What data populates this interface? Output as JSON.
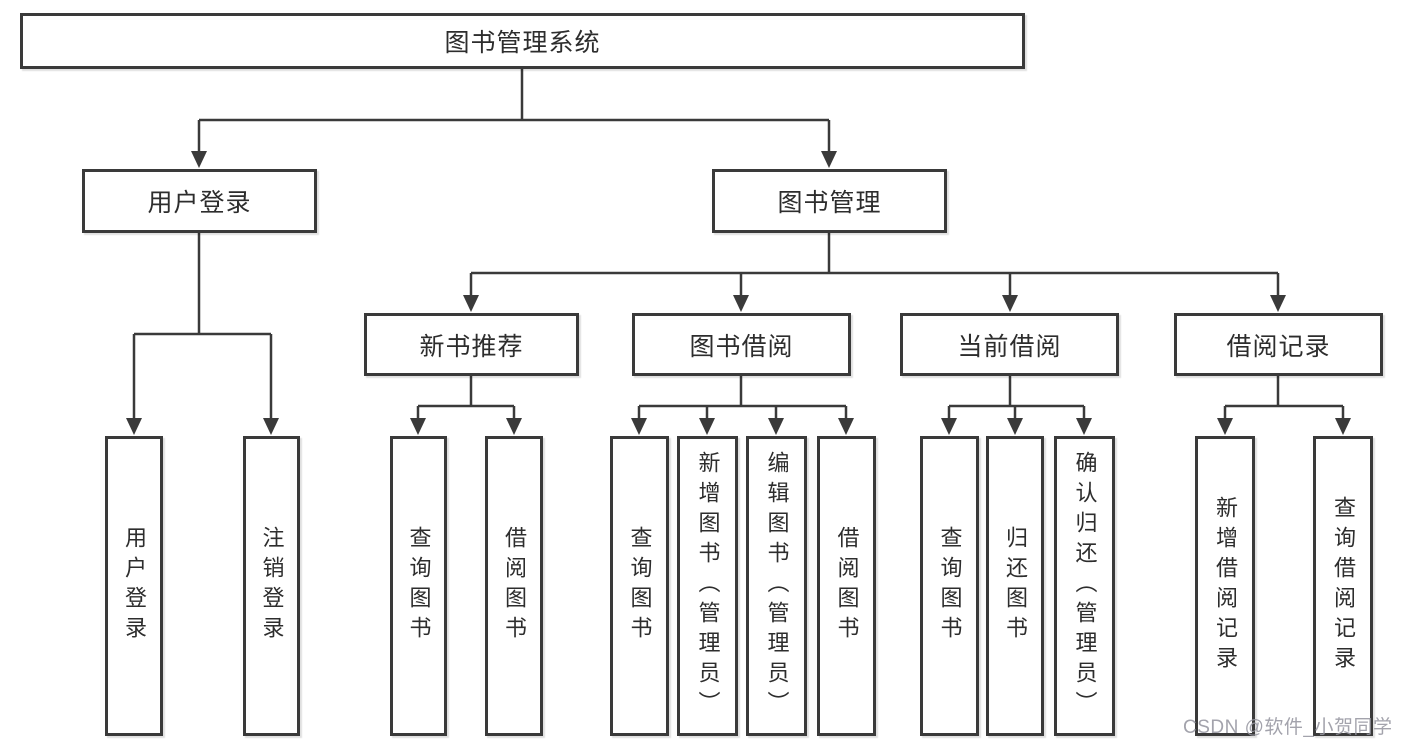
{
  "tree": {
    "root": "图书管理系统",
    "children": [
      {
        "label": "用户登录",
        "children": [
          "用户登录",
          "注销登录"
        ]
      },
      {
        "label": "图书管理",
        "children": [
          {
            "label": "新书推荐",
            "children": [
              "查询图书",
              "借阅图书"
            ]
          },
          {
            "label": "图书借阅",
            "children": [
              "查询图书",
              "新增图书（管理员）",
              "编辑图书（管理员）",
              "借阅图书"
            ]
          },
          {
            "label": "当前借阅",
            "children": [
              "查询图书",
              "归还图书",
              "确认归还（管理员）"
            ]
          },
          {
            "label": "借阅记录",
            "children": [
              "新增借阅记录",
              "查询借阅记录"
            ]
          }
        ]
      }
    ]
  },
  "watermark": "CSDN @软件_小贺同学",
  "colors": {
    "line": "#3a3a3a",
    "box_border": "#3a3a3a",
    "text": "#2d2d2d",
    "watermark": "#9696a0",
    "background": "#ffffff"
  }
}
